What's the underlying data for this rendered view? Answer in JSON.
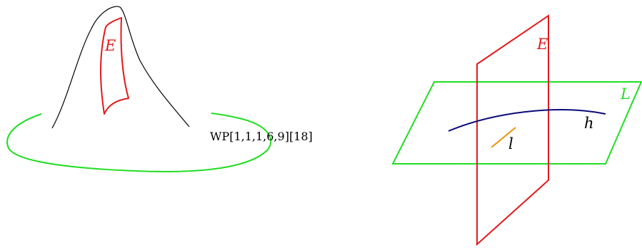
{
  "left_panel": {
    "divisor_label": "E",
    "space_label": "WP[1,1,1,6,9][18]"
  },
  "right_panel": {
    "divisor_label": "E",
    "plane_label": "L",
    "curve_h_label": "h",
    "line_l_label": "l"
  },
  "colors": {
    "divisor": "#e31a1c",
    "plane": "#22dd22",
    "curve_h": "#0a0a7a",
    "line_l": "#f0900a",
    "surface": "#000000",
    "text": "#000000"
  }
}
